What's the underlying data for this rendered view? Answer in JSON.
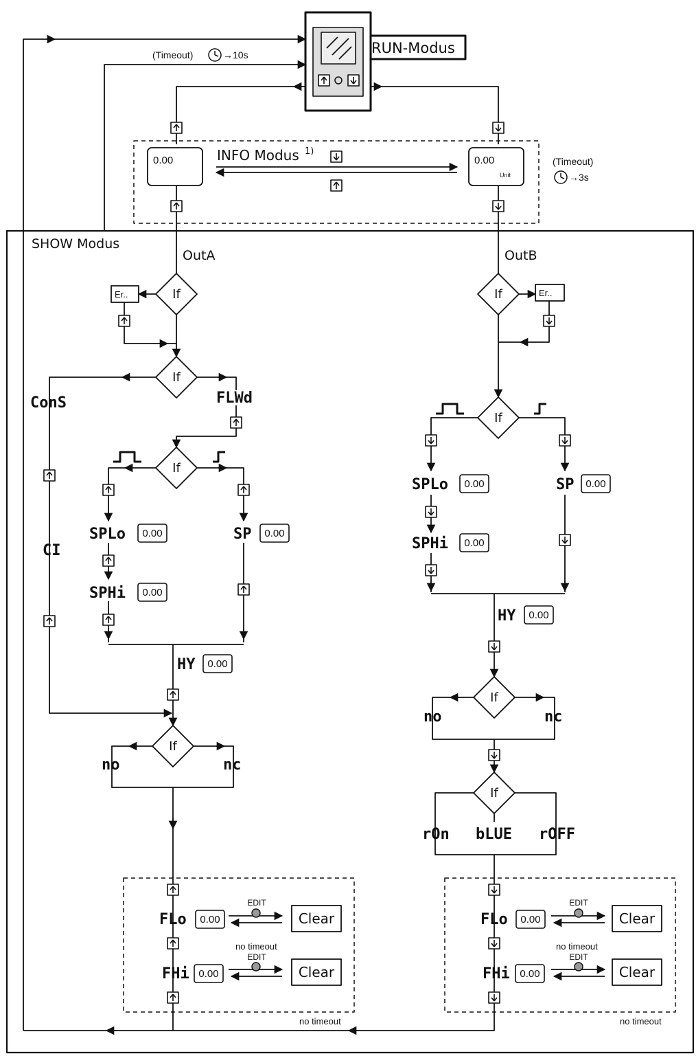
{
  "run_mode_label": "RUN-Modus",
  "timeout_top": "(Timeout)",
  "timeout_top_value": "→10s",
  "info_mode_label": "INFO Modus",
  "info_footnote": "1)",
  "info_display_value": "0.00",
  "info_unit": "Unit",
  "timeout_info": "(Timeout)",
  "timeout_info_value": "→3s",
  "show_mode_label": "SHOW Modus",
  "outA_label": "OutA",
  "outB_label": "OutB",
  "if_label": "If",
  "error_label": "Er..",
  "cons_label": "ConS",
  "flwd_label": "FLWd",
  "ci_label": "CI",
  "splo_label": "SPLo",
  "sphi_label": "SPHi",
  "sp_label": "SP",
  "hy_label": "HY",
  "no_label": "no",
  "nc_label": "nc",
  "ron_label": "rOn",
  "blue_label": "bLUE",
  "roff_label": "rOFF",
  "flo_label": "FLo",
  "fhi_label": "FHi",
  "value_box": "0.00",
  "edit_label": "EDIT",
  "clear_label": "Clear",
  "no_timeout_label": "no timeout"
}
